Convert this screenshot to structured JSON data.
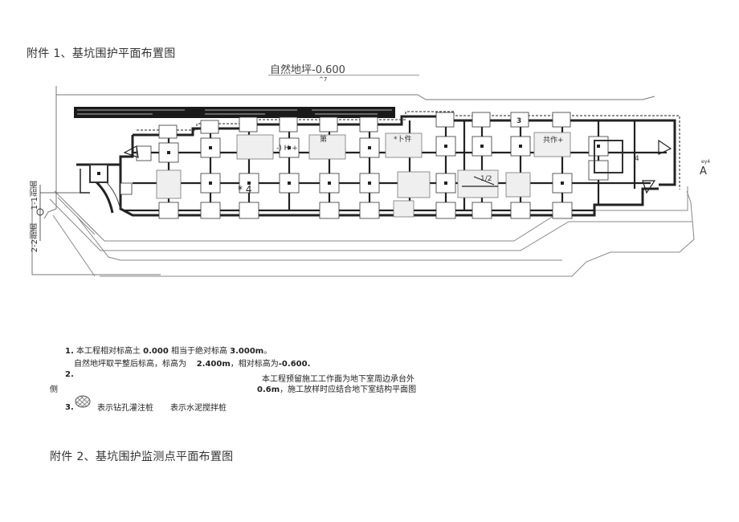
{
  "heading1": "附件 1、基坑围护平面布置图",
  "heading2": "附件 2、基坑围护监测点平面布置图",
  "plan": {
    "title": "自然地坪-0.600",
    "title_marker": "^7",
    "right_marker": "A",
    "right_marker_small": "ey4",
    "left_label_top": "1-1剖面",
    "left_label_bottom": "2-2剖面",
    "area_labels": [
      {
        "text": "-) H +"
      },
      {
        "text": "第"
      },
      {
        "text": "*卜件"
      },
      {
        "text": "共作+"
      },
      {
        "text": "* 4"
      },
      {
        "text": "3"
      },
      {
        "text": "4"
      },
      {
        "text": "1/2"
      }
    ]
  },
  "notes": {
    "n1_num": "1.",
    "n1_a": "本工程相对标高土",
    "n1_b": "0.000",
    "n1_c": "相当于绝对标高",
    "n1_d": "3.000m",
    "n1_e": "。",
    "n1b_a": "自然地坪取平整后标高，标高为",
    "n1b_b": "2.400m",
    "n1b_c": "，相对标高为",
    "n1b_d": "-0.600.",
    "n2_num": "2.",
    "n2_a": "本工程预留施工工作面为地下室周边承台外",
    "n2b_a": "侧",
    "n2b_b": "0.6m",
    "n2b_c": "，施工放样时应结合地下室结构平面图",
    "n3_num": "3.",
    "n3_a": "表示钻孔灌注桩",
    "n3_b": "表示水泥搅拌桩"
  }
}
